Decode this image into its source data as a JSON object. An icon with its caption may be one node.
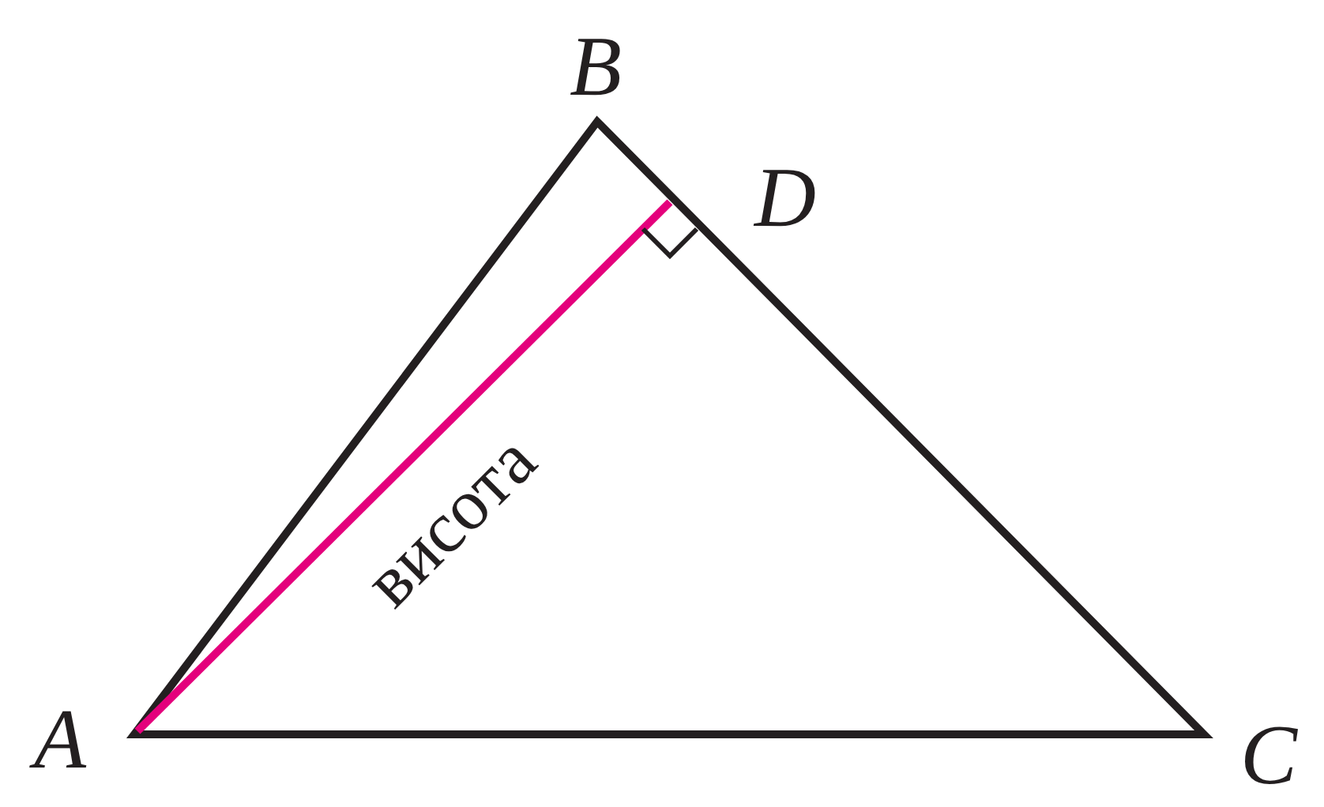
{
  "diagram": {
    "labels": [
      "B",
      "D",
      "висота",
      "A",
      "C"
    ]
  }
}
